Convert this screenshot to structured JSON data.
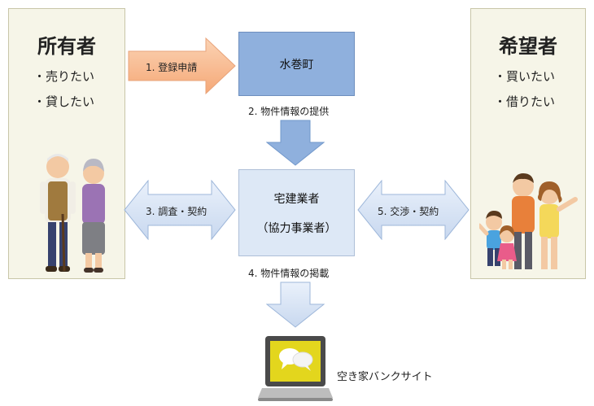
{
  "owner": {
    "title": "所有者",
    "items": [
      "・売りたい",
      "・貸したい"
    ]
  },
  "seeker": {
    "title": "希望者",
    "items": [
      "・買いたい",
      "・借りたい"
    ]
  },
  "steps": {
    "step1": "1. 登録申請",
    "step2": "2. 物件情報の提供",
    "step3": "3. 調査・契約",
    "step4": "4. 物件情報の掲載",
    "step5": "5. 交渉・契約"
  },
  "town": {
    "label": "水巻町"
  },
  "agent": {
    "line1": "宅建業者",
    "line2": "（協力事業者）"
  },
  "site": {
    "label": "空き家バンクサイト"
  },
  "colors": {
    "panel_bg": "#f6f5e8",
    "town_box": "#8fb0dd",
    "agent_box": "#dde8f6",
    "orange_arrow": "#f7b98f",
    "blue_arrow": "#8fb0dd",
    "laptop_screen": "#e3d61d"
  },
  "icons": [
    "elderly-couple-illustration",
    "family-illustration",
    "laptop-chat-icon"
  ]
}
